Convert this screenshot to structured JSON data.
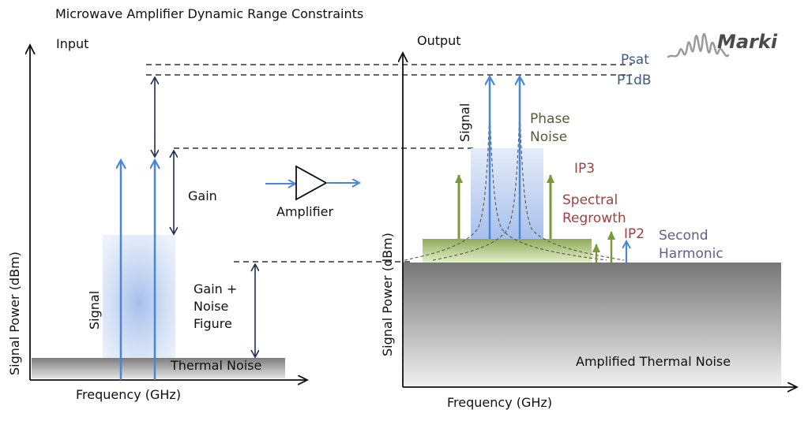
{
  "title": "Microwave Amplifier Dynamic Range Constraints",
  "logo_text": "Marki",
  "input_panel": {
    "heading": "Input",
    "x_axis_label": "Frequency (GHz)",
    "y_axis_label": "Signal Power (dBm)",
    "signal_label": "Signal",
    "noise_floor_label": "Thermal Noise",
    "gain_label": "Gain",
    "gain_nf_label_lines": [
      "Gain +",
      "Noise",
      "Figure"
    ]
  },
  "amplifier": {
    "label": "Amplifier"
  },
  "output_panel": {
    "heading": "Output",
    "x_axis_label": "Frequency (GHz)",
    "y_axis_label": "Signal Power (dBm)",
    "signal_label": "Signal",
    "noise_floor_label": "Amplified Thermal Noise",
    "psat_label": "Psat",
    "p1db_label": "P1dB",
    "phase_noise_lines": [
      "Phase",
      "Noise"
    ],
    "ip3_label": "IP3",
    "spectral_regrowth_lines": [
      "Spectral",
      "Regrowth"
    ],
    "ip2_label": "IP2",
    "second_harmonic_lines": [
      "Second",
      "Harmonic"
    ]
  },
  "colors": {
    "signal_arrow": "#4a86d8",
    "dimension_arrow": "#1f2f52",
    "distortion_arrow": "#7a9a3a",
    "axis": "#111111",
    "p_level_text": "#3d5a80",
    "phase_noise_text": "#5a5a3a",
    "ip_text": "#a04040",
    "harmonic_text": "#6a5a8a"
  }
}
